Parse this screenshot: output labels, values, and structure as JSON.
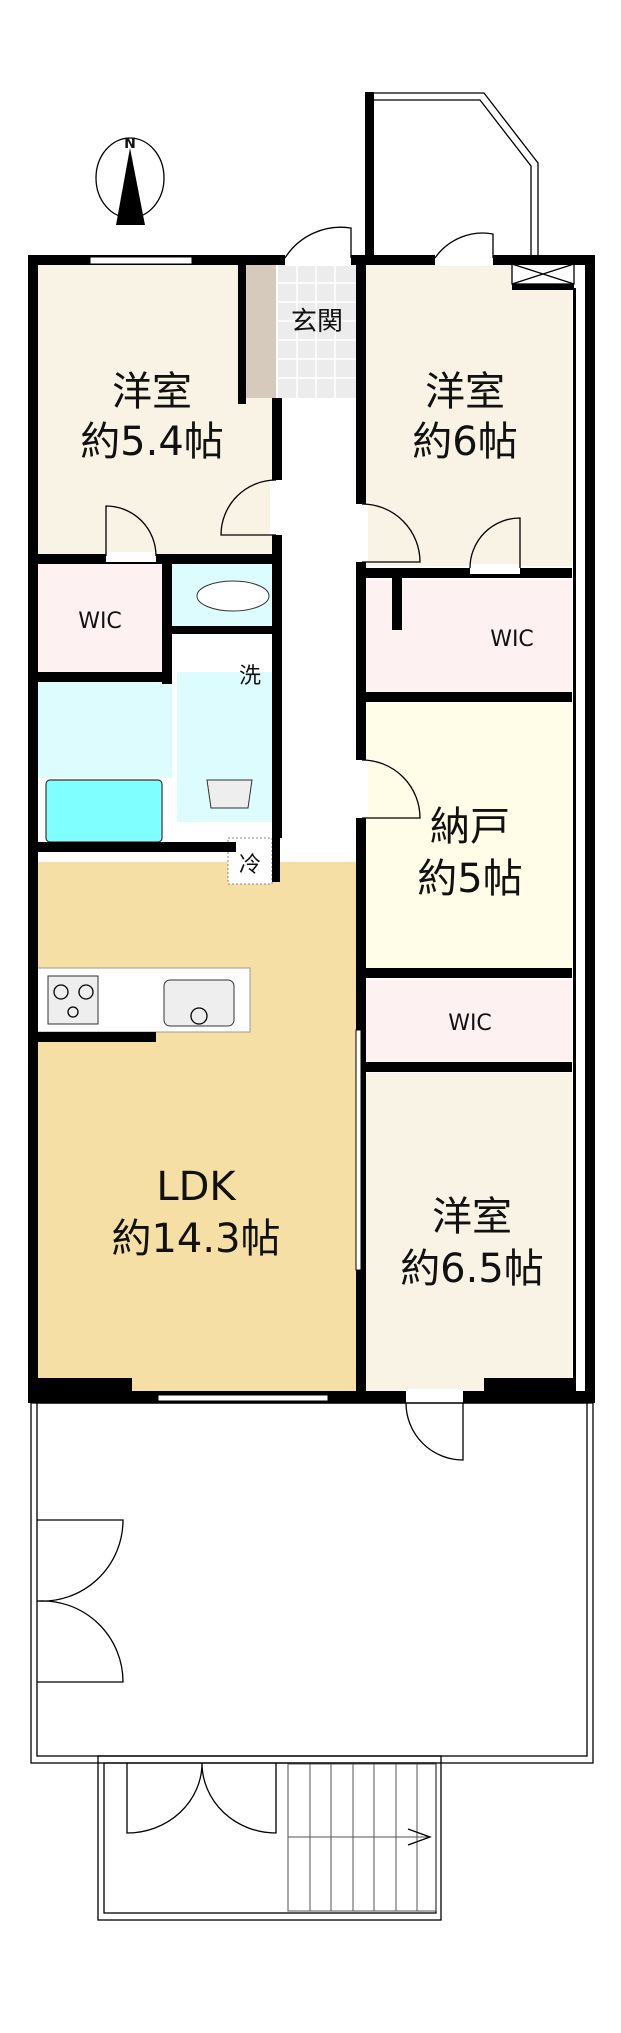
{
  "compass": {
    "label": "N"
  },
  "rooms": {
    "western_1": {
      "name": "洋室",
      "size": "約5.4帖"
    },
    "entrance": {
      "name": "玄関"
    },
    "western_2": {
      "name": "洋室",
      "size": "約6帖"
    },
    "wic_left": {
      "name": "WIC"
    },
    "wic_right": {
      "name": "WIC"
    },
    "washroom": {
      "name": "洗"
    },
    "fridge": {
      "name": "冷"
    },
    "storage": {
      "name": "納戸",
      "size": "約5帖"
    },
    "wic_lower": {
      "name": "WIC"
    },
    "ldk": {
      "name": "LDK",
      "size": "約14.3帖"
    },
    "western_3": {
      "name": "洋室",
      "size": "約6.5帖"
    }
  },
  "colors": {
    "western": "#f8f3e4",
    "entrance_tile": "#ececec",
    "entrance_step": "#d6cabd",
    "wic": "#fdf1f1",
    "water": "#dcfcfd",
    "bathtub": "#7fffff",
    "storage": "#fffde8",
    "ldk": "#f6dfa5"
  }
}
